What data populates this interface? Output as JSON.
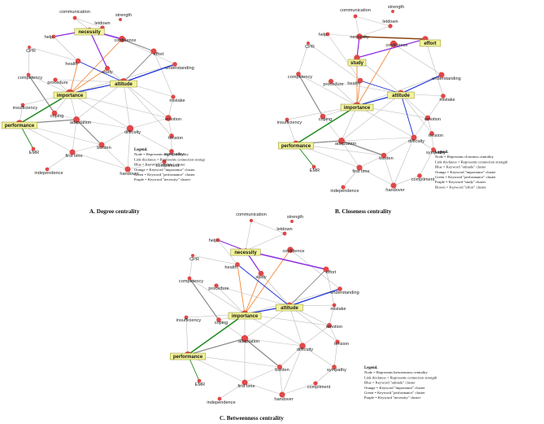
{
  "panels": [
    {
      "id": "A",
      "caption": "A. Degree centrality",
      "legend_title": "Legend.",
      "legend_lines": [
        "Node = Represents degree centrality",
        "Link thickness = Represents connection strengt",
        "Blue = Keyword \"attitude\" cluster",
        "Orange = Keyword \"importance\" cluster",
        "Green = Keyword \"performance\" cluster",
        "Purple = Keyword \"necessity\" cluster"
      ]
    },
    {
      "id": "B",
      "caption": "B. Closeness centrality",
      "legend_title": "Legend.",
      "legend_lines": [
        "Node = Represents closeness centrality",
        "Link thickness = Represents connection strength",
        "Blue = Keyword \"attitude\" cluster",
        "Orange = Keyword \"importance\" cluster",
        "Green = Keyword \"performance\" cluster",
        "Purple = Keyword \"study\" cluster",
        "Brown = Keyword \"effort\" cluster"
      ]
    },
    {
      "id": "C",
      "caption": "C. Betweenness centrality",
      "legend_title": "Legend.",
      "legend_lines": [
        "Node = Represents betweenness centrality",
        "Link thickness = Represents connection strength",
        "Blue = Keyword \"attitude\" cluster",
        "Orange = Keyword \"importance\" cluster",
        "Green = Keyword \"performance\" cluster",
        "Purple = Keyword \"necessity\" cluster"
      ]
    }
  ],
  "words": {
    "communication": "communication",
    "strength": "strength",
    "letdown": "letdown",
    "help": "help",
    "necessity": "necessity",
    "confidence": "confidence",
    "CPR": "CPR",
    "health": "health",
    "study": "study",
    "effort": "effort",
    "competency": "competency",
    "procedure": "procedure",
    "understanding": "understanding",
    "attitude": "attitude",
    "importance": "importance",
    "insufficiency": "insufficiency",
    "mistake": "mistake",
    "coping": "coping",
    "emotion": "emotion",
    "adaptation": "adaptation",
    "tension": "tension",
    "performance": "performance",
    "difficulty": "difficulty",
    "burden": "burden",
    "sympathy": "sympathy",
    "EMR": "EMR",
    "first time": "first time",
    "compliment": "compliment",
    "independence": "independence",
    "handover": "handover"
  },
  "keywords_A": [
    "necessity",
    "importance",
    "attitude",
    "performance"
  ],
  "keywords_B": [
    "study",
    "effort",
    "importance",
    "attitude",
    "performance"
  ],
  "keywords_C": [
    "necessity",
    "importance",
    "attitude",
    "performance"
  ],
  "colors": {
    "node": "#e04848",
    "edge_gray": "#bdbdbd",
    "edge_dark": "#8a8a8a",
    "blue": "#1a2fd6",
    "orange": "#f08a3c",
    "green": "#1f8a1f",
    "purple": "#8a2be2",
    "brown": "#8b4513",
    "keyword_fill": "#f3f39a"
  },
  "centrality_level": {
    "A": {
      "communication": 0.2,
      "strength": 0.1,
      "letdown": 0.25,
      "help": 0.2,
      "necessity": 0.35,
      "confidence": 0.55,
      "CPR": 0.1,
      "health": 0.4,
      "study": 0.35,
      "effort": 0.45,
      "competency": 0.2,
      "procedure": 0.25,
      "understanding": 0.3,
      "attitude": 0.75,
      "importance": 0.85,
      "insufficiency": 0.2,
      "mistake": 0.25,
      "coping": 0.4,
      "emotion": 0.5,
      "adaptation": 0.55,
      "tension": 0.3,
      "performance": 0.7,
      "difficulty": 0.6,
      "burden": 0.45,
      "sympathy": 0.3,
      "EMR": 0.2,
      "first time": 0.45,
      "compliment": 0.25,
      "independence": 0.2,
      "handover": 0.45
    },
    "B": {
      "communication": 0.2,
      "strength": 0.1,
      "letdown": 0.25,
      "help": 0.2,
      "necessity": 0.5,
      "confidence": 0.6,
      "CPR": 0.1,
      "health": 0.4,
      "study": 0.5,
      "effort": 0.5,
      "competency": 0.3,
      "procedure": 0.35,
      "understanding": 0.45,
      "attitude": 0.6,
      "importance": 0.7,
      "insufficiency": 0.2,
      "mistake": 0.3,
      "coping": 0.4,
      "emotion": 0.4,
      "adaptation": 0.55,
      "tension": 0.3,
      "performance": 0.6,
      "difficulty": 0.45,
      "burden": 0.4,
      "sympathy": 0.3,
      "EMR": 0.2,
      "first time": 0.45,
      "compliment": 0.3,
      "independence": 0.25,
      "handover": 0.45
    },
    "C": {
      "communication": 0.15,
      "strength": 0.1,
      "letdown": 0.2,
      "help": 0.2,
      "necessity": 0.3,
      "confidence": 0.5,
      "CPR": 0.1,
      "health": 0.3,
      "study": 0.4,
      "effort": 0.45,
      "competency": 0.2,
      "procedure": 0.25,
      "understanding": 0.3,
      "attitude": 0.6,
      "importance": 0.7,
      "insufficiency": 0.2,
      "mistake": 0.2,
      "coping": 0.3,
      "emotion": 0.35,
      "adaptation": 0.6,
      "tension": 0.25,
      "performance": 0.6,
      "difficulty": 0.5,
      "burden": 0.35,
      "sympathy": 0.3,
      "EMR": 0.2,
      "first time": 0.45,
      "compliment": 0.25,
      "independence": 0.2,
      "handover": 0.45
    }
  },
  "edges_common": [
    [
      "communication",
      "letdown",
      "gray",
      1
    ],
    [
      "communication",
      "necessity",
      "gray",
      1
    ],
    [
      "letdown",
      "necessity",
      "gray",
      1
    ],
    [
      "help",
      "necessity",
      "gray",
      1
    ],
    [
      "CPR",
      "health",
      "gray",
      1
    ],
    [
      "competency",
      "importance",
      "gray",
      1
    ],
    [
      "procedure",
      "importance",
      "gray",
      1
    ],
    [
      "procedure",
      "attitude",
      "gray",
      1
    ],
    [
      "health",
      "attitude",
      "gray",
      1
    ],
    [
      "study",
      "attitude",
      "gray",
      1
    ],
    [
      "understanding",
      "importance",
      "gray",
      1
    ],
    [
      "attitude",
      "mistake",
      "gray",
      1
    ],
    [
      "attitude",
      "emotion",
      "gray",
      1
    ],
    [
      "attitude",
      "tension",
      "gray",
      1
    ],
    [
      "attitude",
      "difficulty",
      "gray",
      1
    ],
    [
      "attitude",
      "adaptation",
      "gray",
      1
    ],
    [
      "importance",
      "coping",
      "gray",
      1
    ],
    [
      "importance",
      "adaptation",
      "gray",
      1
    ],
    [
      "importance",
      "difficulty",
      "gray",
      1
    ],
    [
      "importance",
      "emotion",
      "gray",
      1
    ],
    [
      "coping",
      "adaptation",
      "gray",
      1
    ],
    [
      "adaptation",
      "difficulty",
      "gray",
      1
    ],
    [
      "adaptation",
      "first time",
      "gray",
      1
    ],
    [
      "adaptation",
      "burden",
      "gray",
      1
    ],
    [
      "difficulty",
      "burden",
      "gray",
      1
    ],
    [
      "difficulty",
      "emotion",
      "gray",
      1
    ],
    [
      "difficulty",
      "handover",
      "gray",
      1
    ],
    [
      "difficulty",
      "sympathy",
      "gray",
      1
    ],
    [
      "emotion",
      "tension",
      "gray",
      1
    ],
    [
      "burden",
      "handover",
      "gray",
      1
    ],
    [
      "burden",
      "first time",
      "gray",
      1
    ],
    [
      "first time",
      "handover",
      "gray",
      1
    ],
    [
      "handover",
      "compliment",
      "gray",
      1
    ],
    [
      "sympathy",
      "compliment",
      "gray",
      1
    ],
    [
      "first time",
      "independence",
      "gray",
      1
    ],
    [
      "performance",
      "first time",
      "gray",
      1
    ],
    [
      "performance",
      "burden",
      "gray",
      1
    ],
    [
      "insufficiency",
      "importance",
      "gray",
      1
    ],
    [
      "insufficiency",
      "performance",
      "gray",
      1
    ],
    [
      "CPR",
      "competency",
      "gray",
      1
    ],
    [
      "help",
      "health",
      "gray",
      1
    ],
    [
      "confidence",
      "understanding",
      "gray",
      1
    ],
    [
      "effort",
      "mistake",
      "gray",
      1
    ],
    [
      "tension",
      "sympathy",
      "gray",
      1
    ],
    [
      "mistake",
      "emotion",
      "gray",
      1
    ],
    [
      "performance",
      "adaptation",
      "dark",
      2
    ],
    [
      "importance",
      "health",
      "orange",
      1.5
    ],
    [
      "importance",
      "study",
      "orange",
      1.5
    ],
    [
      "importance",
      "confidence",
      "orange",
      1.5
    ],
    [
      "attitude",
      "understanding",
      "blue",
      2
    ],
    [
      "attitude",
      "health",
      "blue",
      1.5
    ],
    [
      "performance",
      "EMR",
      "green",
      1.5
    ],
    [
      "coping",
      "competency",
      "dark",
      2
    ],
    [
      "burden",
      "adaptation",
      "dark",
      2
    ]
  ],
  "edges_A": [
    [
      "help",
      "necessity",
      "purple",
      2
    ],
    [
      "necessity",
      "confidence",
      "purple",
      2.5
    ],
    [
      "necessity",
      "study",
      "purple",
      2
    ],
    [
      "confidence",
      "effort",
      "dark",
      2
    ],
    [
      "importance",
      "attitude",
      "blue",
      2
    ],
    [
      "performance",
      "importance",
      "green",
      2.5
    ],
    [
      "attitude",
      "effort",
      "dark",
      1.5
    ]
  ],
  "edges_B": [
    [
      "necessity",
      "effort",
      "brown",
      2.5
    ],
    [
      "necessity",
      "study",
      "purple",
      2
    ],
    [
      "study",
      "effort",
      "purple",
      2
    ],
    [
      "importance",
      "attitude",
      "blue",
      2
    ],
    [
      "performance",
      "importance",
      "green",
      2.5
    ],
    [
      "attitude",
      "difficulty",
      "blue",
      1.5
    ]
  ],
  "edges_C": [
    [
      "help",
      "necessity",
      "purple",
      2
    ],
    [
      "necessity",
      "effort",
      "purple",
      2.5
    ],
    [
      "necessity",
      "study",
      "purple",
      2
    ],
    [
      "importance",
      "attitude",
      "blue",
      2
    ],
    [
      "performance",
      "importance",
      "green",
      2.5
    ],
    [
      "attitude",
      "effort",
      "dark",
      1.5
    ]
  ]
}
